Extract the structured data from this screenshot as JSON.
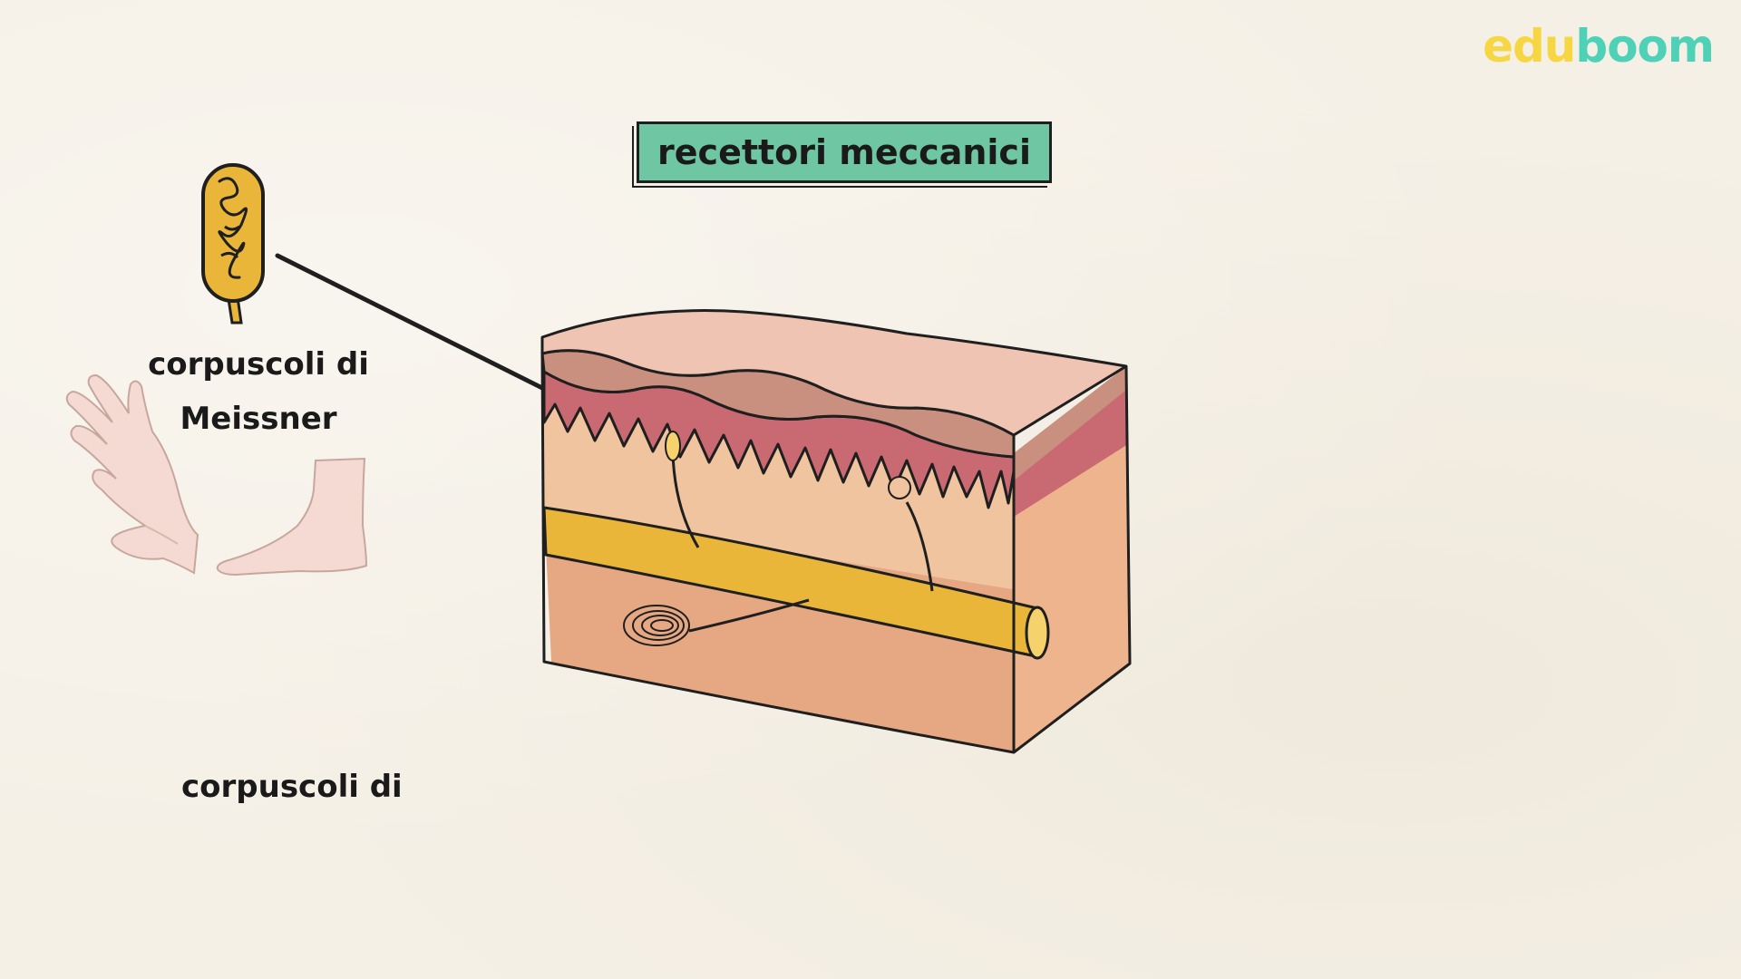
{
  "brand": {
    "part1": "edu",
    "part2": "boom"
  },
  "title": "recettori meccanici",
  "labels": {
    "meissner_line1": "corpuscoli di",
    "meissner_line2": "Meissner",
    "second_receptor": "corpuscoli di"
  },
  "colors": {
    "title_bg": "#6fc6a2",
    "epidermis": "#efc4b3",
    "dermis_papillae": "#c96a72",
    "dermis": "#f1c4a0",
    "hypodermis": "#e6a882",
    "nerve": "#e9b63a",
    "brand_yellow": "#f6d743",
    "brand_teal": "#4fd1b7"
  },
  "icons": [
    "meissner-corpuscle-icon",
    "hand-icon",
    "foot-icon",
    "skin-cross-section"
  ]
}
